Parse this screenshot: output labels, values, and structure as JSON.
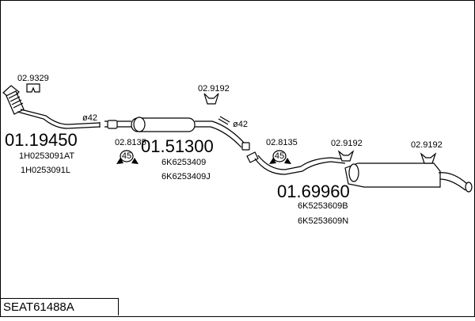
{
  "diagram_code": "SEAT61488A",
  "parts": [
    {
      "number": "01.19450",
      "refs": [
        "1H0253091AT",
        "1H0253091L"
      ]
    },
    {
      "number": "01.51300",
      "refs": [
        "6K6253409",
        "6K6253409J"
      ]
    },
    {
      "number": "01.69960",
      "refs": [
        "6K5253609B",
        "6K5253609N"
      ]
    }
  ],
  "accessories": [
    {
      "number": "02.9329"
    },
    {
      "number": "02.8135",
      "symbol": "45"
    },
    {
      "number": "02.9192"
    },
    {
      "number": "02.8135",
      "symbol": "45"
    },
    {
      "number": "02.9192"
    },
    {
      "number": "02.9192"
    }
  ],
  "diameters": [
    "ø42",
    "ø42"
  ]
}
